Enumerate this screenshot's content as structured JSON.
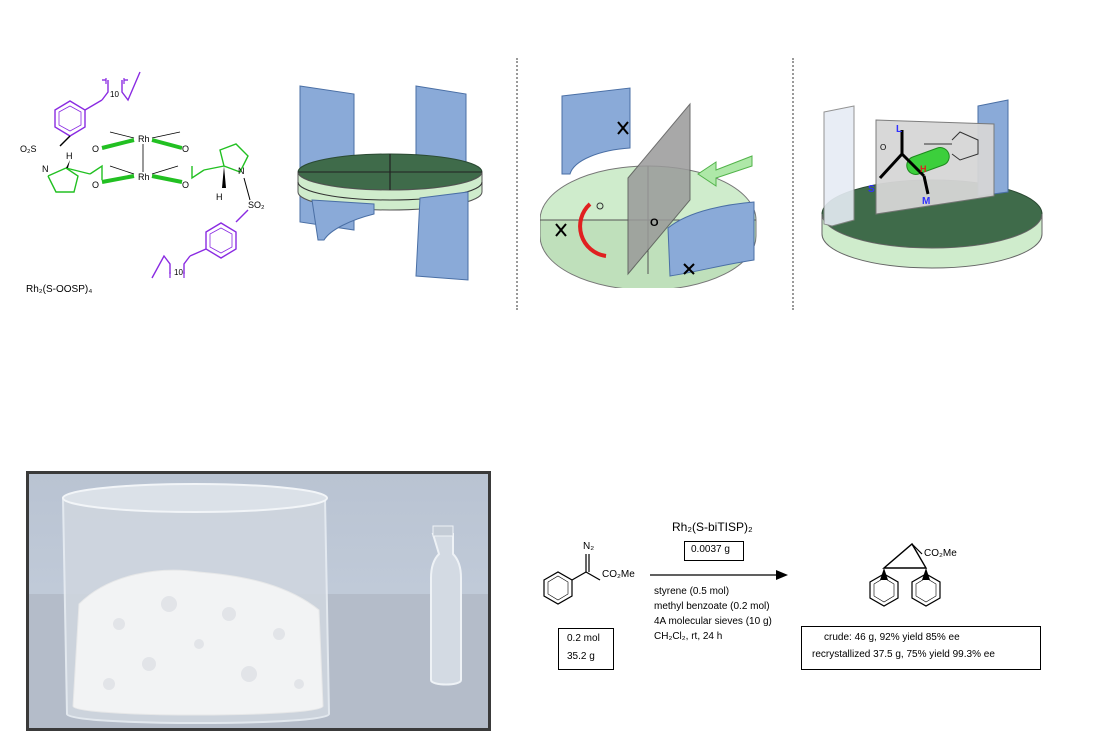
{
  "top_panel": {
    "catalyst_label": "Rh₂(S-OOSP)₄",
    "struct_labels": {
      "rh_upper": "Rh",
      "rh_lower": "Rh",
      "n_left": "N",
      "n_right": "N",
      "h_left": "H",
      "h_right": "H",
      "o2s_left": "O₂S",
      "so2_right": "SO₂",
      "chain_top": "10",
      "chain_bottom": "10"
    },
    "model4_labels": {
      "L": "L",
      "S": "S",
      "M": "M",
      "H": "H"
    }
  },
  "reaction": {
    "catalyst": "Rh₂(S-biTISP)₂",
    "catalyst_amount": "0.0037 g",
    "reagent_group": "N₂",
    "ester_group": "CO₂Me",
    "reactant_amount_mol": "0.2 mol",
    "reactant_amount_g": "35.2 g",
    "conditions": [
      "styrene (0.5 mol)",
      "methyl benzoate (0.2 mol)",
      "4A molecular sieves (10 g)",
      "CH₂Cl₂, rt, 24 h"
    ],
    "product_group": "CO₂Me",
    "results": [
      "crude: 46 g, 92% yield 85% ee",
      "recrystallized 37.5 g, 75% yield 99.3% ee"
    ]
  },
  "colors": {
    "ligand_purple": "#8a2be2",
    "ligand_green": "#22c022",
    "wall_blue": "#8aaad8",
    "disc_green": "#cfeccc",
    "disc_dark": "#3f6b4a",
    "accent_red": "#e02020"
  }
}
